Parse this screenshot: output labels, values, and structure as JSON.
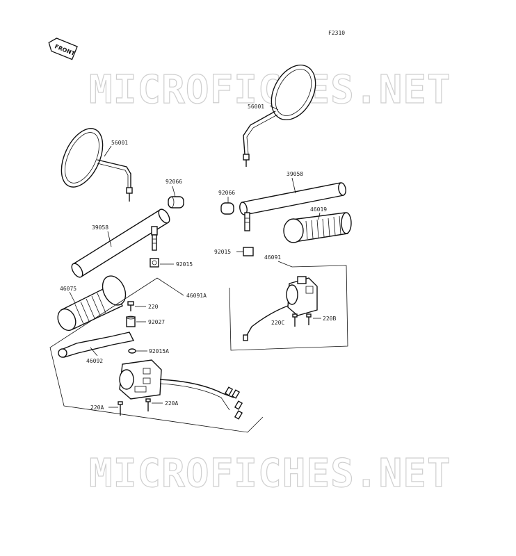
{
  "figure_code": "F2310",
  "front_badge": "FRONT",
  "watermark": "MICROFICHES.NET",
  "part_labels": {
    "mirror_left": "56001",
    "mirror_right": "56001",
    "cap_left": "92066",
    "cap_right": "92066",
    "handlebar_left": "39058",
    "handlebar_right": "39058",
    "nut_left": "92015",
    "nut_right": "92015",
    "grip_left": "46075",
    "grip_right": "46019",
    "switch_left_assy": "46091A",
    "switch_right_assy": "46091",
    "screw_220": "220",
    "collar": "92027",
    "nut_switch": "92015A",
    "lever": "46092",
    "screw_220a_left": "220A",
    "screw_220a_right": "220A",
    "screw_220c": "220C",
    "screw_220b": "220B"
  }
}
